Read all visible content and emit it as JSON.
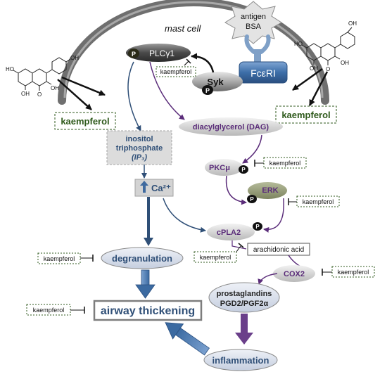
{
  "cell": {
    "label": "mast cell"
  },
  "antigen": {
    "line1": "antigen",
    "line2": "BSA"
  },
  "receptor": {
    "label": "FcεRI"
  },
  "syk": {
    "label": "Syk"
  },
  "plc": {
    "label": "PLCγ1"
  },
  "phospho": {
    "label": "P"
  },
  "inhibitor": {
    "label": "kaempferol"
  },
  "kaempferol_left": {
    "label": "kaempferol"
  },
  "kaempferol_right": {
    "label": "kaempferol"
  },
  "ip3": {
    "line1": "inositol",
    "line2": "triphosphate",
    "line3": "(IP₃)"
  },
  "calcium": {
    "label": "Ca²⁺"
  },
  "dag": {
    "label": "diacylglycerol (DAG)"
  },
  "pkc": {
    "label": "PKCμ"
  },
  "erk": {
    "label": "ERK"
  },
  "cpla2": {
    "label": "cPLA2"
  },
  "arachidonic": {
    "label": "arachidonic acid"
  },
  "cox2": {
    "label": "COX2"
  },
  "prostaglandins": {
    "line1": "prostaglandins",
    "line2": "PGD2/PGF2α"
  },
  "degranulation": {
    "label": "degranulation"
  },
  "airway": {
    "label": "airway thickening"
  },
  "inflammation": {
    "label": "inflammation"
  },
  "molecule": {
    "oh": "OH",
    "o": "O",
    "ho": "HO"
  },
  "colors": {
    "blue": "#2f4f77",
    "purple": "#5b2d7a",
    "green": "#2f5a1c",
    "steel": "#3f6a9f"
  }
}
